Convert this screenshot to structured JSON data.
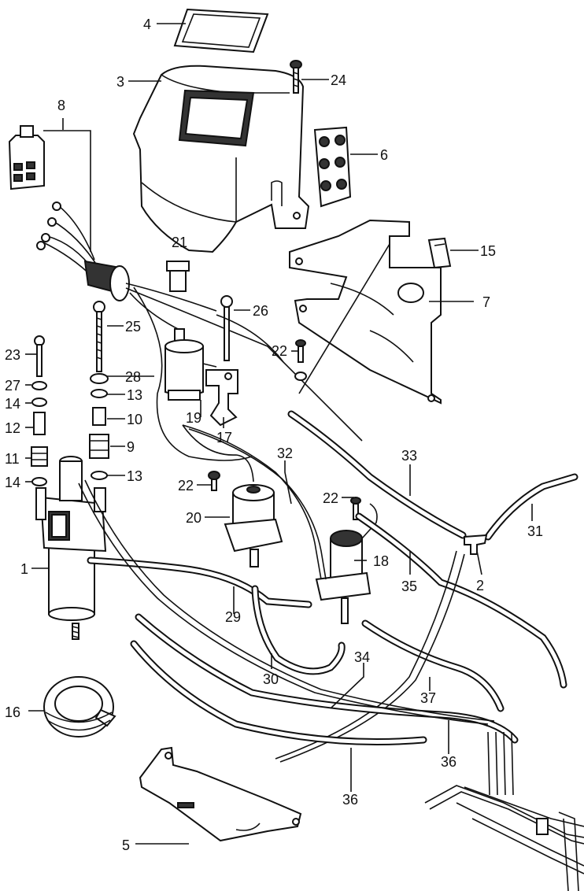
{
  "diagram": {
    "callouts": [
      {
        "id": "c1",
        "text": "1"
      },
      {
        "id": "c2",
        "text": "2"
      },
      {
        "id": "c3",
        "text": "3"
      },
      {
        "id": "c4",
        "text": "4"
      },
      {
        "id": "c5",
        "text": "5"
      },
      {
        "id": "c6",
        "text": "6"
      },
      {
        "id": "c7",
        "text": "7"
      },
      {
        "id": "c8",
        "text": "8"
      },
      {
        "id": "c9",
        "text": "9"
      },
      {
        "id": "c10",
        "text": "10"
      },
      {
        "id": "c11",
        "text": "11"
      },
      {
        "id": "c12",
        "text": "12"
      },
      {
        "id": "c13a",
        "text": "13"
      },
      {
        "id": "c13b",
        "text": "13"
      },
      {
        "id": "c14a",
        "text": "14"
      },
      {
        "id": "c14b",
        "text": "14"
      },
      {
        "id": "c15",
        "text": "15"
      },
      {
        "id": "c16",
        "text": "16"
      },
      {
        "id": "c17",
        "text": "17"
      },
      {
        "id": "c18",
        "text": "18"
      },
      {
        "id": "c19",
        "text": "19"
      },
      {
        "id": "c20",
        "text": "20"
      },
      {
        "id": "c21",
        "text": "21"
      },
      {
        "id": "c22a",
        "text": "22"
      },
      {
        "id": "c22b",
        "text": "22"
      },
      {
        "id": "c22c",
        "text": "22"
      },
      {
        "id": "c23",
        "text": "23"
      },
      {
        "id": "c24",
        "text": "24"
      },
      {
        "id": "c25",
        "text": "25"
      },
      {
        "id": "c26",
        "text": "26"
      },
      {
        "id": "c27",
        "text": "27"
      },
      {
        "id": "c28",
        "text": "28"
      },
      {
        "id": "c29",
        "text": "29"
      },
      {
        "id": "c30",
        "text": "30"
      },
      {
        "id": "c31",
        "text": "31"
      },
      {
        "id": "c32",
        "text": "32"
      },
      {
        "id": "c33",
        "text": "33"
      },
      {
        "id": "c34",
        "text": "34"
      },
      {
        "id": "c35",
        "text": "35"
      },
      {
        "id": "c36a",
        "text": "36"
      },
      {
        "id": "c36b",
        "text": "36"
      },
      {
        "id": "c37",
        "text": "37"
      }
    ]
  }
}
